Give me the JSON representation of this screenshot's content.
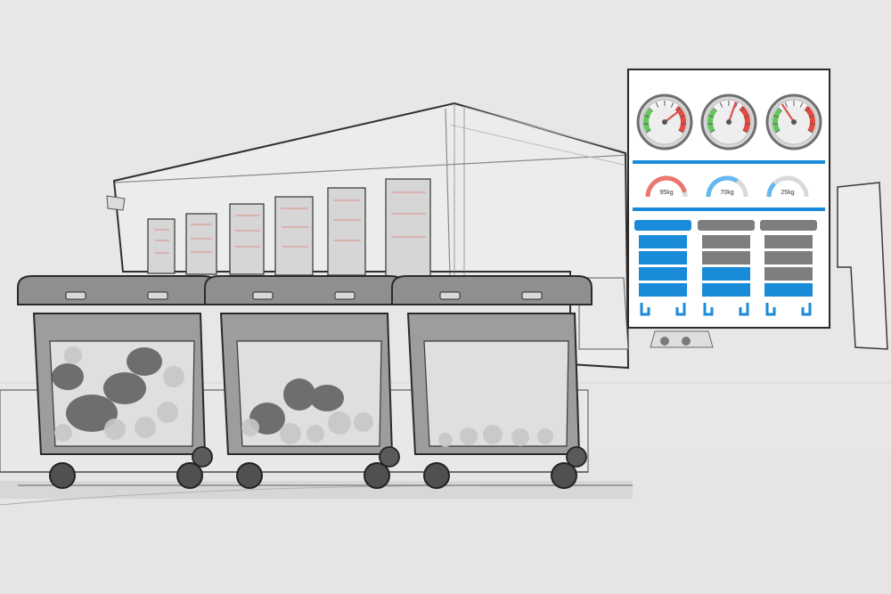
{
  "dashboard": {
    "gauges": [
      {
        "name": "fill-gauge-1",
        "level": 0.72
      },
      {
        "name": "fill-gauge-2",
        "level": 0.58
      },
      {
        "name": "fill-gauge-3",
        "level": 0.36
      }
    ],
    "weights": [
      {
        "label": "95kg",
        "level": 0.92,
        "color": "#e9776e"
      },
      {
        "label": "70kg",
        "level": 0.68,
        "color": "#65b8ef"
      },
      {
        "label": "25kg",
        "level": 0.25,
        "color": "#65b8ef"
      }
    ],
    "bins": [
      {
        "fill_level": 1.0,
        "filled_segments": 4
      },
      {
        "fill_level": 0.5,
        "filled_segments": 2
      },
      {
        "fill_level": 0.25,
        "filled_segments": 1
      }
    ],
    "colors": {
      "accent_blue": "#1a8bd8",
      "gauge_red": "#e54a3f",
      "gauge_green": "#63c65a",
      "empty_gray": "#7e7e7e"
    }
  }
}
